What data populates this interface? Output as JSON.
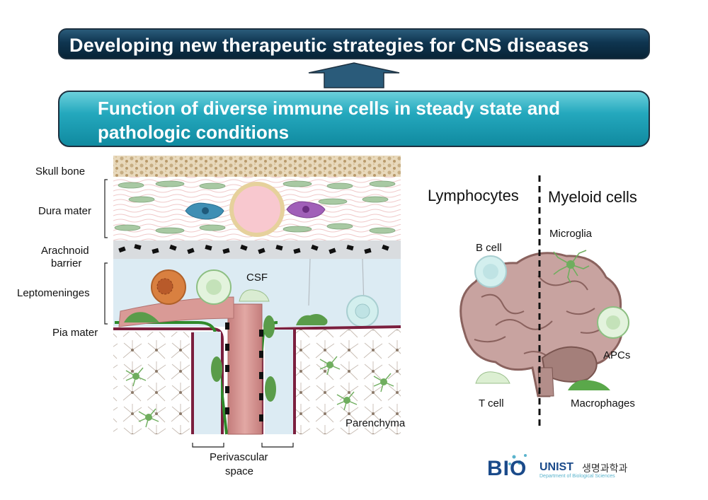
{
  "top_banner": {
    "text": "Developing new therapeutic strategies for CNS diseases"
  },
  "mid_banner": {
    "line1": "Function of diverse immune cells in steady state and",
    "line2": "pathologic conditions"
  },
  "layers": {
    "skull": "Skull bone",
    "dura": "Dura mater",
    "arachnoid1": "Arachnoid",
    "arachnoid2": "barrier",
    "lepto": "Leptomeninges",
    "pia": "Pia mater"
  },
  "section": {
    "csf": "CSF",
    "parenchyma": "Parenchyma",
    "perivascular1": "Perivascular",
    "perivascular2": "space"
  },
  "right": {
    "lymphocytes": "Lymphocytes",
    "myeloid": "Myeloid cells",
    "b_cell": "B cell",
    "t_cell": "T cell",
    "microglia": "Microglia",
    "apcs": "APCs",
    "macrophages": "Macrophages"
  },
  "logo": {
    "bio": "BIO",
    "unist": "UNIST",
    "korean": "생명과학과",
    "sub": "Department of Biological Sciences"
  },
  "colors": {
    "navy_banner": "#0f3550",
    "teal_banner": "#24a8bd",
    "pia_line": "#7b1f3e",
    "green_line": "#2f8a2a",
    "vessel": "#d38f8c"
  }
}
